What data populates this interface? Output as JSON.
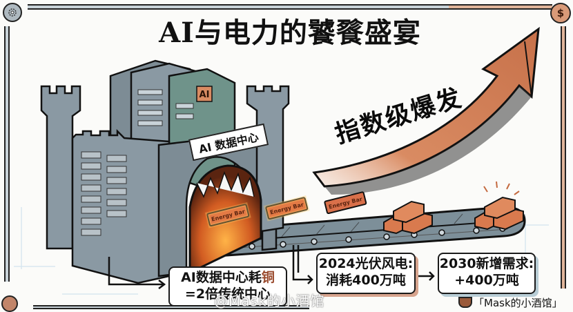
{
  "title": "AI与电力的饕餮盛宴",
  "illustration": {
    "castle_banner": "AI 数据中心",
    "server_badge": "AI",
    "energy_bar_label": "Energy Bar",
    "energy_bar_count_on_belt_glowing": 3,
    "stacked_bar_piles": 2
  },
  "slogan": "指数级爆发",
  "callouts": [
    {
      "line1_prefix": "AI数据中心耗",
      "line1_highlight": "铜",
      "line2": "=2倍传统中心"
    },
    {
      "line1": "2024光伏风电:",
      "line2": "消耗400万吨"
    },
    {
      "line1": "2030新增需求:",
      "line2": "+400万吨"
    }
  ],
  "corner_icons": {
    "top_left": "gear-icon",
    "top_right": "dollar-coin-icon",
    "bottom_left": "gear-icon",
    "bottom_right": "coffee-cup-icon"
  },
  "coin_symbol": "$",
  "watermark": "@Mask的小酒馆",
  "brand_tag": "「Mask的小酒馆」",
  "colors": {
    "copper": "#d97a4e",
    "copper_dark": "#9a4b2e",
    "steel": "#8a99a3",
    "steel_dark": "#4d5a62",
    "circuit_teal": "#6f938a",
    "ink": "#111111",
    "paper": "#fbfbf9",
    "frame_blue": "#c9d3d9",
    "frame_copper": "#e0b59a"
  }
}
